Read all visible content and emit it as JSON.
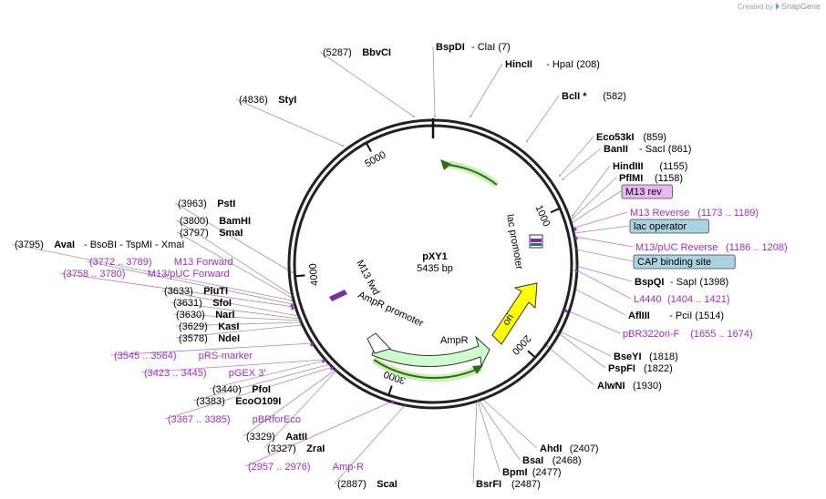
{
  "credit": {
    "prefix": "Created by",
    "brand": "SnapGene"
  },
  "plasmid": {
    "name": "pXY1",
    "size_text": "5435 bp",
    "length_bp": 5435
  },
  "ruler_ticks": [
    {
      "label": "1000",
      "bp": 1000
    },
    {
      "label": "2000",
      "bp": 2000
    },
    {
      "label": "3000",
      "bp": 3000
    },
    {
      "label": "4000",
      "bp": 4000
    },
    {
      "label": "5000",
      "bp": 5000
    }
  ],
  "features": [
    {
      "name": "lac promoter",
      "kind": "promoter",
      "color": "#ffffff"
    },
    {
      "name": "ori",
      "kind": "rep_origin",
      "color": "#ffff00"
    },
    {
      "name": "AmpR",
      "kind": "cds",
      "color": "#ccffcc"
    },
    {
      "name": "AmpR promoter",
      "kind": "promoter",
      "color": "#ffffff"
    },
    {
      "name": "M13 fwd",
      "kind": "primer_bind",
      "color": "#7a2fa0"
    }
  ],
  "colors": {
    "backbone": "#222222",
    "primer_text": "#9b2fc6",
    "feature_box": "#a9d3e0",
    "primer_box": "#e9b8f2"
  },
  "labels": [
    {
      "prefix": "(5287)",
      "name": "BbvCI",
      "suffix": ""
    },
    {
      "prefix": "",
      "name": "BspDI",
      "suffix": "- ClaI  (7)"
    },
    {
      "prefix": "",
      "name": "HincII",
      "suffix": "- HpaI  (208)"
    },
    {
      "prefix": "",
      "name": "BclI *",
      "suffix": "(582)"
    },
    {
      "prefix": "(4836)",
      "name": "StyI",
      "suffix": ""
    },
    {
      "prefix": "",
      "name": "Eco53kI",
      "suffix": "(859)"
    },
    {
      "prefix": "",
      "name": "BanII",
      "suffix": "- SacI  (861)"
    },
    {
      "prefix": "",
      "name": "HindIII",
      "suffix": "(1155)"
    },
    {
      "prefix": "",
      "name": "PflMI",
      "suffix": "(1158)"
    },
    {
      "prefix": "",
      "name": "M13 rev",
      "suffix": ""
    },
    {
      "prefix": "",
      "name": "M13 Reverse",
      "suffix": "(1173 .. 1189)"
    },
    {
      "prefix": "",
      "name": "lac operator",
      "suffix": ""
    },
    {
      "prefix": "",
      "name": "M13/pUC Reverse",
      "suffix": "(1186 .. 1208)"
    },
    {
      "prefix": "",
      "name": "CAP binding site",
      "suffix": ""
    },
    {
      "prefix": "",
      "name": "BspQI",
      "suffix": "- SapI  (1398)"
    },
    {
      "prefix": "",
      "name": "L4440",
      "suffix": "(1404 .. 1421)"
    },
    {
      "prefix": "",
      "name": "AflIII",
      "suffix": "- PciI  (1514)"
    },
    {
      "prefix": "",
      "name": "pBR322ori-F",
      "suffix": "(1655 .. 1674)"
    },
    {
      "prefix": "",
      "name": "BseYI",
      "suffix": "(1818)"
    },
    {
      "prefix": "",
      "name": "PspFI",
      "suffix": "(1822)"
    },
    {
      "prefix": "",
      "name": "AlwNI",
      "suffix": "(1930)"
    },
    {
      "prefix": "",
      "name": "AhdI",
      "suffix": "(2407)"
    },
    {
      "prefix": "",
      "name": "BsaI",
      "suffix": "(2468)"
    },
    {
      "prefix": "",
      "name": "BpmI",
      "suffix": "(2477)"
    },
    {
      "prefix": "",
      "name": "BsrFI",
      "suffix": "(2487)"
    },
    {
      "prefix": "(2887)",
      "name": "ScaI",
      "suffix": ""
    },
    {
      "prefix": "(2957 .. 2976)",
      "name": "Amp-R",
      "suffix": ""
    },
    {
      "prefix": "(3327)",
      "name": "ZraI",
      "suffix": ""
    },
    {
      "prefix": "(3329)",
      "name": "AatII",
      "suffix": ""
    },
    {
      "prefix": "(3367 .. 3385)",
      "name": "pBRforEco",
      "suffix": ""
    },
    {
      "prefix": "(3383)",
      "name": "EcoO109I",
      "suffix": ""
    },
    {
      "prefix": "(3440)",
      "name": "PfoI",
      "suffix": ""
    },
    {
      "prefix": "(3423 .. 3445)",
      "name": "pGEX 3'",
      "suffix": ""
    },
    {
      "prefix": "(3545 .. 3564)",
      "name": "pRS-marker",
      "suffix": ""
    },
    {
      "prefix": "(3578)",
      "name": "NdeI",
      "suffix": ""
    },
    {
      "prefix": "(3629)",
      "name": "KasI",
      "suffix": ""
    },
    {
      "prefix": "(3630)",
      "name": "NarI",
      "suffix": ""
    },
    {
      "prefix": "(3631)",
      "name": "SfoI",
      "suffix": ""
    },
    {
      "prefix": "(3633)",
      "name": "PluTI",
      "suffix": ""
    },
    {
      "prefix": "(3758 .. 3780)",
      "name": "M13/pUC Forward",
      "suffix": ""
    },
    {
      "prefix": "(3772 .. 3789)",
      "name": "M13 Forward",
      "suffix": ""
    },
    {
      "prefix": "(3795)",
      "name": "AvaI",
      "suffix": "- BsoBI  - TspMI  - XmaI"
    },
    {
      "prefix": "(3797)",
      "name": "SmaI",
      "suffix": ""
    },
    {
      "prefix": "(3800)",
      "name": "BamHI",
      "suffix": ""
    },
    {
      "prefix": "(3963)",
      "name": "PstI",
      "suffix": ""
    }
  ]
}
